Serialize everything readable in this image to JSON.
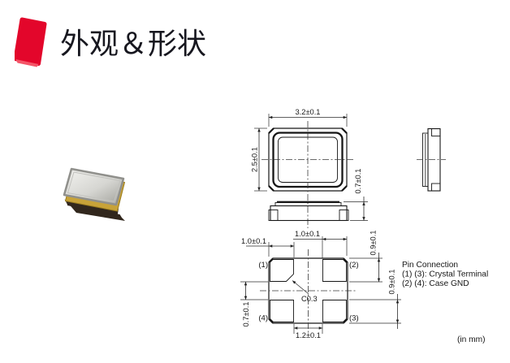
{
  "header": {
    "title": "外观＆形状"
  },
  "colors": {
    "accent_red": "#e3062b",
    "accent_red_light": "#f45568",
    "pad_gray": "#b5b5b5",
    "lid_silver": "#d9d9d6",
    "lid_silver_dark": "#a5a5a0",
    "gold": "#c8a339",
    "base_brown": "#31271d"
  },
  "drawing": {
    "units_note": "(in mm)",
    "dims": {
      "body_width": "3.2±0.1",
      "body_height": "2.5±0.1",
      "body_thickness": "0.7±0.1",
      "pad_width_left": "1.0±0.1",
      "pad_width_right": "1.0±0.1",
      "pad_height_top": "0.9±0.1",
      "pad_height_bottom": "0.9±0.1",
      "pad_gap_vertical": "0.7±0.1",
      "pad_pitch_horizontal": "1.2±0.1",
      "corner_chamfer": "C0.3"
    },
    "pins": [
      "(1)",
      "(2)",
      "(3)",
      "(4)"
    ],
    "pin_connection": {
      "title": "Pin Connection",
      "line1": "(1) (3): Crystal Terminal",
      "line2": "(2) (4): Case GND"
    }
  }
}
